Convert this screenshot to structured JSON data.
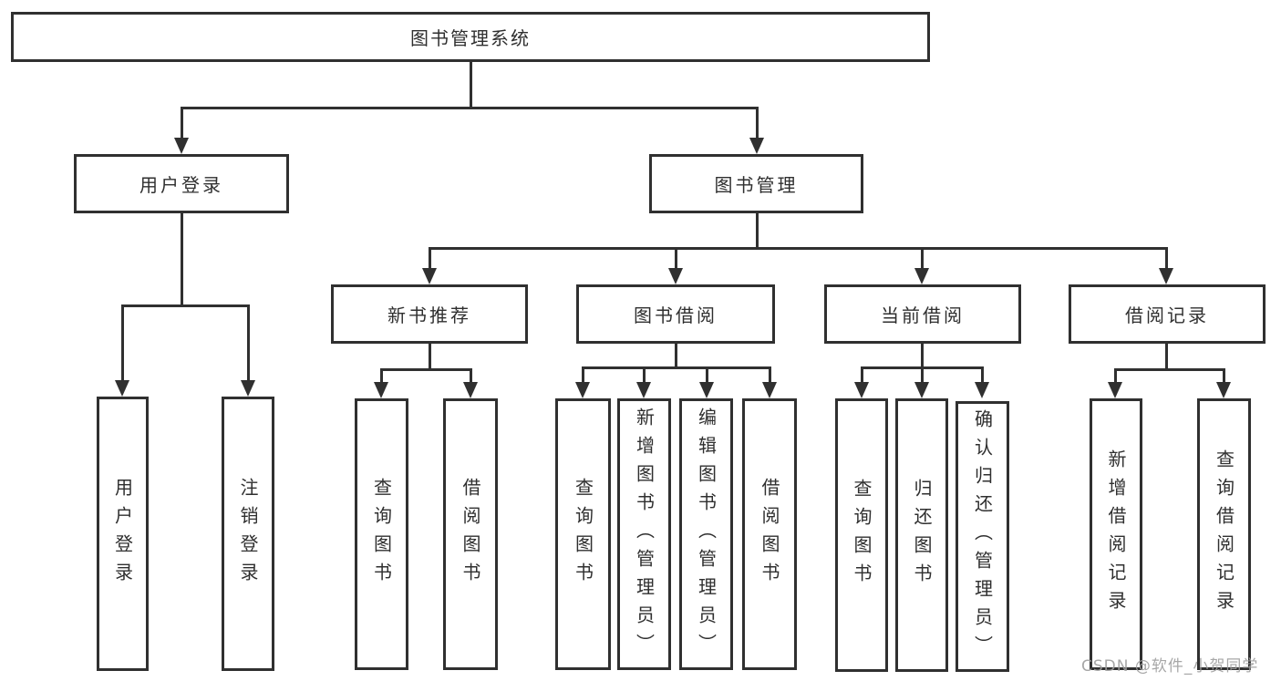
{
  "colors": {
    "line": "#303030",
    "text": "#2f2f2f",
    "watermark": "#9e9e9e",
    "background": "#ffffff"
  },
  "watermark": {
    "text": "CSDN @软件_小贺同学"
  },
  "tree": {
    "root": {
      "label": "图书管理系统"
    },
    "branches": [
      {
        "label": "用户登录",
        "leaves": [
          {
            "label": "用户登录"
          },
          {
            "label": "注销登录"
          }
        ]
      },
      {
        "label": "图书管理",
        "children": [
          {
            "label": "新书推荐",
            "leaves": [
              {
                "label": "查询图书"
              },
              {
                "label": "借阅图书"
              }
            ]
          },
          {
            "label": "图书借阅",
            "leaves": [
              {
                "label": "查询图书"
              },
              {
                "label": "新增图书（管理员）"
              },
              {
                "label": "编辑图书（管理员）"
              },
              {
                "label": "借阅图书"
              }
            ]
          },
          {
            "label": "当前借阅",
            "leaves": [
              {
                "label": "查询图书"
              },
              {
                "label": "归还图书"
              },
              {
                "label": "确认归还（管理员）"
              }
            ]
          },
          {
            "label": "借阅记录",
            "leaves": [
              {
                "label": "新增借阅记录"
              },
              {
                "label": "查询借阅记录"
              }
            ]
          }
        ]
      }
    ]
  }
}
